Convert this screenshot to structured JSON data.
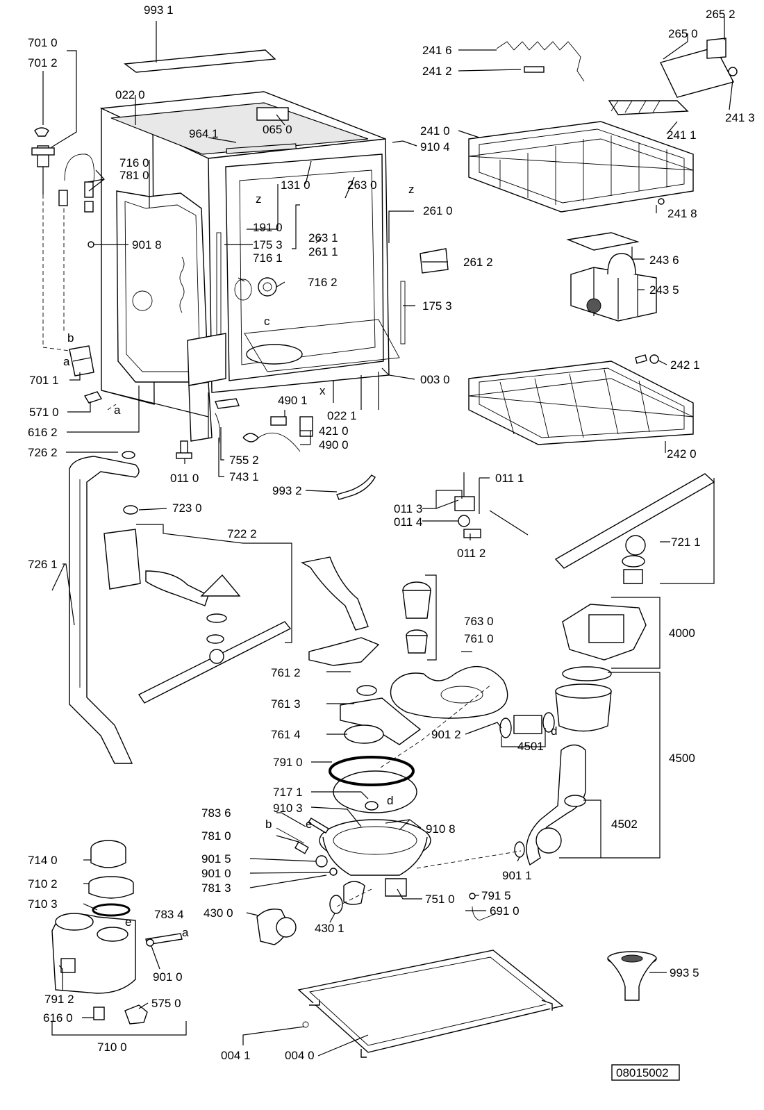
{
  "diagram": {
    "doc_code": "08015002",
    "labels": [
      {
        "id": "993-1",
        "text": "993 1"
      },
      {
        "id": "701-0",
        "text": "701 0"
      },
      {
        "id": "701-2",
        "text": "701 2"
      },
      {
        "id": "022-0",
        "text": "022 0"
      },
      {
        "id": "964-1",
        "text": "964 1"
      },
      {
        "id": "065-0",
        "text": "065 0"
      },
      {
        "id": "716-0",
        "text": "716 0"
      },
      {
        "id": "781-0a",
        "text": "781 0"
      },
      {
        "id": "131-0",
        "text": "131 0"
      },
      {
        "id": "263-0",
        "text": "263 0"
      },
      {
        "id": "261-0",
        "text": "261 0"
      },
      {
        "id": "191-0",
        "text": "191 0"
      },
      {
        "id": "263-1",
        "text": "263 1"
      },
      {
        "id": "901-8",
        "text": "901 8"
      },
      {
        "id": "175-3a",
        "text": "175 3"
      },
      {
        "id": "261-1",
        "text": "261 1"
      },
      {
        "id": "716-1",
        "text": "716 1"
      },
      {
        "id": "716-2",
        "text": "716 2"
      },
      {
        "id": "175-3b",
        "text": "175 3"
      },
      {
        "id": "261-2",
        "text": "261 2"
      },
      {
        "id": "003-0",
        "text": "003 0"
      },
      {
        "id": "701-1",
        "text": "701 1"
      },
      {
        "id": "571-0",
        "text": "571 0"
      },
      {
        "id": "616-2",
        "text": "616 2"
      },
      {
        "id": "490-1",
        "text": "490 1"
      },
      {
        "id": "022-1",
        "text": "022 1"
      },
      {
        "id": "421-0",
        "text": "421 0"
      },
      {
        "id": "490-0",
        "text": "490 0"
      },
      {
        "id": "726-2",
        "text": "726 2"
      },
      {
        "id": "011-0",
        "text": "011 0"
      },
      {
        "id": "755-2",
        "text": "755 2"
      },
      {
        "id": "743-1",
        "text": "743 1"
      },
      {
        "id": "993-2",
        "text": "993 2"
      },
      {
        "id": "723-0",
        "text": "723 0"
      },
      {
        "id": "722-2",
        "text": "722 2"
      },
      {
        "id": "726-1",
        "text": "726 1"
      },
      {
        "id": "241-6",
        "text": "241 6"
      },
      {
        "id": "241-2",
        "text": "241 2"
      },
      {
        "id": "265-2",
        "text": "265 2"
      },
      {
        "id": "265-0",
        "text": "265 0"
      },
      {
        "id": "241-3",
        "text": "241 3"
      },
      {
        "id": "241-0",
        "text": "241 0"
      },
      {
        "id": "910-4",
        "text": "910 4"
      },
      {
        "id": "241-1",
        "text": "241 1"
      },
      {
        "id": "241-8",
        "text": "241 8"
      },
      {
        "id": "243-6",
        "text": "243 6"
      },
      {
        "id": "243-5",
        "text": "243 5"
      },
      {
        "id": "242-1",
        "text": "242 1"
      },
      {
        "id": "242-0",
        "text": "242 0"
      },
      {
        "id": "011-1",
        "text": "011 1"
      },
      {
        "id": "011-3",
        "text": "011 3"
      },
      {
        "id": "011-4",
        "text": "011 4"
      },
      {
        "id": "011-2",
        "text": "011 2"
      },
      {
        "id": "721-1",
        "text": "721 1"
      },
      {
        "id": "763-0",
        "text": "763 0"
      },
      {
        "id": "761-0",
        "text": "761 0"
      },
      {
        "id": "761-2",
        "text": "761 2"
      },
      {
        "id": "761-3",
        "text": "761 3"
      },
      {
        "id": "761-4",
        "text": "761 4"
      },
      {
        "id": "4000",
        "text": "4000"
      },
      {
        "id": "901-2",
        "text": "901 2"
      },
      {
        "id": "4501",
        "text": "4501"
      },
      {
        "id": "4500",
        "text": "4500"
      },
      {
        "id": "791-0",
        "text": "791 0"
      },
      {
        "id": "717-1",
        "text": "717 1"
      },
      {
        "id": "910-3",
        "text": "910 3"
      },
      {
        "id": "783-6",
        "text": "783 6"
      },
      {
        "id": "910-8",
        "text": "910 8"
      },
      {
        "id": "4502",
        "text": "4502"
      },
      {
        "id": "781-0b",
        "text": "781 0"
      },
      {
        "id": "714-0",
        "text": "714 0"
      },
      {
        "id": "901-5",
        "text": "901 5"
      },
      {
        "id": "901-0a",
        "text": "901 0"
      },
      {
        "id": "901-1",
        "text": "901 1"
      },
      {
        "id": "710-2",
        "text": "710 2"
      },
      {
        "id": "781-3",
        "text": "781 3"
      },
      {
        "id": "751-0",
        "text": "751 0"
      },
      {
        "id": "791-5",
        "text": "791 5"
      },
      {
        "id": "710-3",
        "text": "710 3"
      },
      {
        "id": "783-4",
        "text": "783 4"
      },
      {
        "id": "430-0",
        "text": "430 0"
      },
      {
        "id": "691-0",
        "text": "691 0"
      },
      {
        "id": "430-1",
        "text": "430 1"
      },
      {
        "id": "901-0b",
        "text": "901 0"
      },
      {
        "id": "993-5",
        "text": "993 5"
      },
      {
        "id": "791-2",
        "text": "791 2"
      },
      {
        "id": "575-0",
        "text": "575 0"
      },
      {
        "id": "616-0",
        "text": "616 0"
      },
      {
        "id": "710-0",
        "text": "710 0"
      },
      {
        "id": "004-1",
        "text": "004 1"
      },
      {
        "id": "004-0",
        "text": "004 0"
      }
    ],
    "markers": [
      {
        "id": "z1",
        "text": "z"
      },
      {
        "id": "z2",
        "text": "z"
      },
      {
        "id": "c",
        "text": "c"
      },
      {
        "id": "x",
        "text": "x"
      },
      {
        "id": "b1",
        "text": "b"
      },
      {
        "id": "a1",
        "text": "a"
      },
      {
        "id": "a2",
        "text": "a"
      },
      {
        "id": "d1",
        "text": "d"
      },
      {
        "id": "d2",
        "text": "d"
      },
      {
        "id": "e1",
        "text": "e"
      },
      {
        "id": "b2",
        "text": "b"
      },
      {
        "id": "e2",
        "text": "e"
      },
      {
        "id": "a3",
        "text": "a"
      }
    ]
  }
}
